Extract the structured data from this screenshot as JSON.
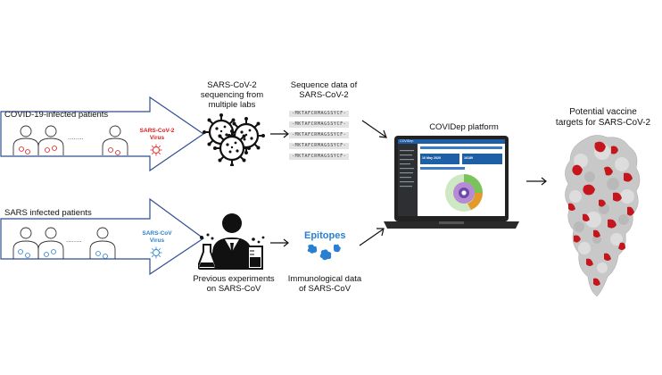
{
  "top_group": {
    "label": "COVID-19-infected patients",
    "ellipsis": "........",
    "virus_name": "SARS-CoV-2",
    "virus_word": "Virus",
    "color": "#d91c1c"
  },
  "bottom_group": {
    "label": "SARS infected patients",
    "ellipsis": "........",
    "virus_name": "SARS-CoV",
    "virus_word": "Virus",
    "color": "#2a7fd0"
  },
  "sequencing": {
    "label_lines": [
      "SARS-CoV-2",
      "sequencing from",
      "multiple labs"
    ],
    "icon": "virus-particles-icon"
  },
  "sequence_data": {
    "label_lines": [
      "Sequence data of",
      "SARS-CoV-2"
    ],
    "rows": [
      "-MKTAFCRMAGSSYCF-",
      "-MKTAFCRMAGSSYCF-",
      "-MKTAFCRMAGSSYCF-",
      "-MKTAFCRMAGSSYCF-",
      "-MKTAFCRMAGSSYCF-"
    ]
  },
  "experiments": {
    "label_lines": [
      "Previous experiments",
      "on SARS-CoV"
    ],
    "icon": "scientist-icon"
  },
  "immunological": {
    "title": "Epitopes",
    "label_lines": [
      "Immunological data",
      "of SARS-CoV"
    ]
  },
  "platform": {
    "label": "COVIDep platform",
    "screen_app_name": "COVIDep",
    "screen_date": "16 May 2020",
    "screen_count": "16189"
  },
  "targets": {
    "label_lines": [
      "Potential vaccine",
      "targets for SARS-CoV-2"
    ],
    "icon": "spike-protein-structure-icon"
  },
  "colors": {
    "arrow_border": "#2f4f8f",
    "arrow_fill": "#ffffff",
    "red": "#d91c1c",
    "blue": "#2a7fd0",
    "protein_grey": "#c8c8c8",
    "protein_red": "#c4161c",
    "laptop_frame": "#222222",
    "screen_header": "#1f5fa6"
  }
}
